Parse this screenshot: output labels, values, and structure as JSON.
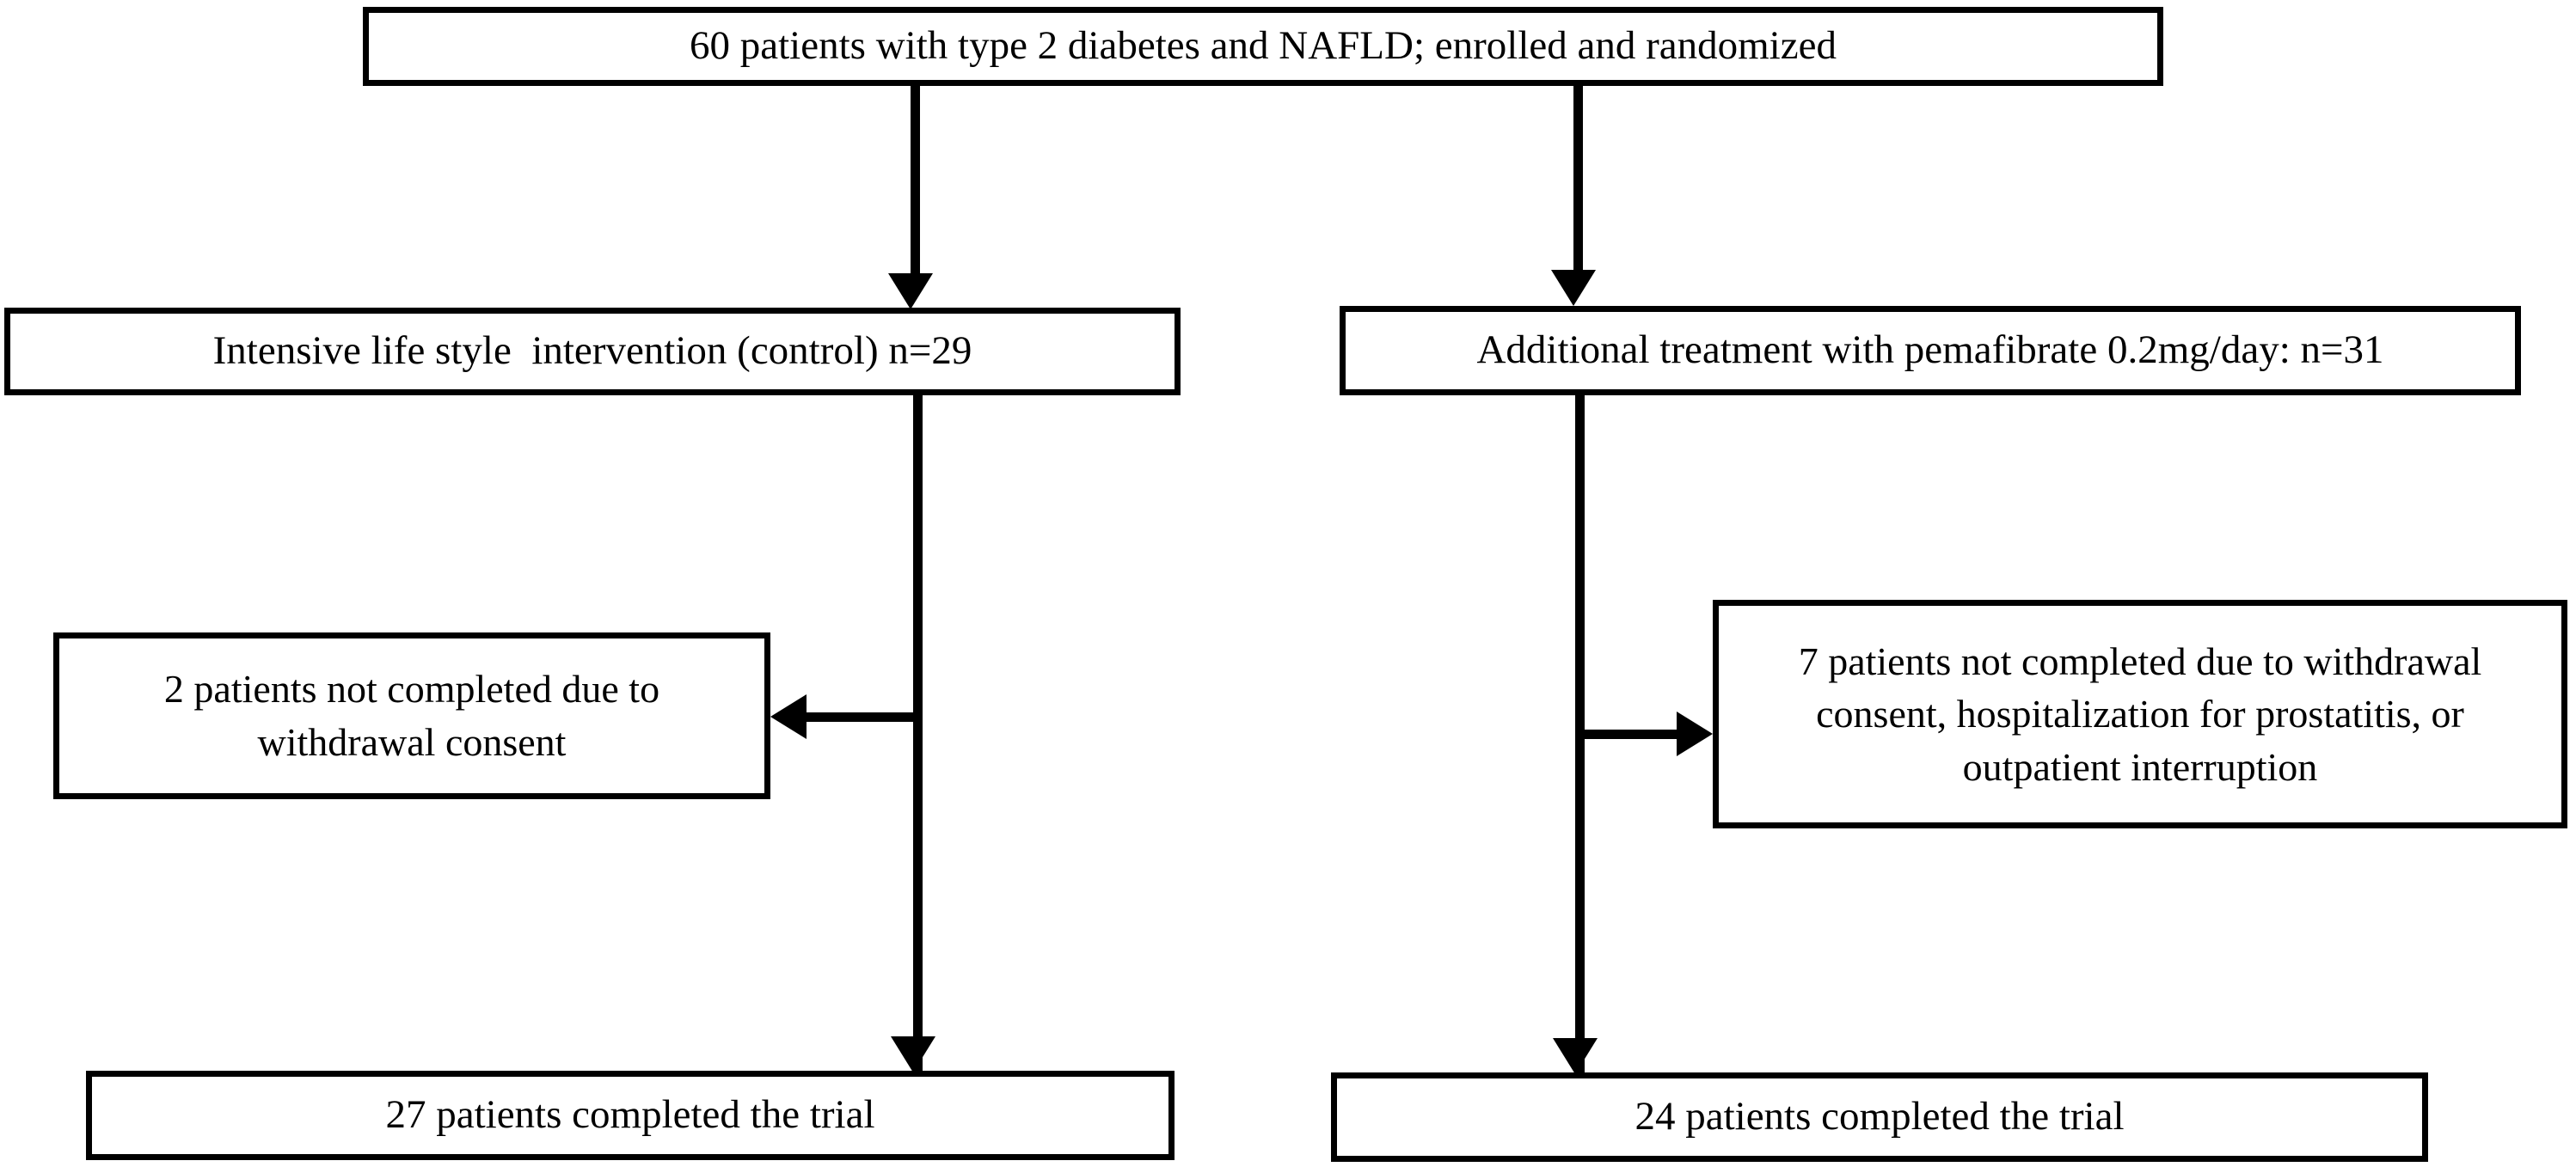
{
  "figure": {
    "type": "consort-flow-diagram",
    "title": "CONSORT participant flow diagram",
    "background_color": "#ffffff",
    "line_color": "#000000",
    "text_color": "#000000"
  },
  "nodes": {
    "enrollment": {
      "label": "60 patients with type 2 diabetes and NAFLD; enrolled and randomized",
      "count": 60
    },
    "control_arm": {
      "label": "Intensive life style  intervention (control) n=29",
      "count": 29
    },
    "treatment_arm": {
      "label": "Additional treatment with pemafibrate 0.2mg/day: n=31",
      "count": 31
    },
    "control_exclusion": {
      "label": "2 patients not completed due to withdrawal consent",
      "count": 2
    },
    "treatment_exclusion": {
      "label": "7 patients not completed due to withdrawal consent, hospitalization for prostatitis, or outpatient interruption",
      "count": 7
    },
    "control_completed": {
      "label": "27 patients completed the trial",
      "count": 27
    },
    "treatment_completed": {
      "label": "24 patients completed the trial",
      "count": 24
    }
  },
  "connectors": [
    {
      "name": "enrollment-to-control",
      "from": "enrollment",
      "to": "control_arm",
      "direction": "down"
    },
    {
      "name": "enrollment-to-treatment",
      "from": "enrollment",
      "to": "treatment_arm",
      "direction": "down"
    },
    {
      "name": "control-to-completed",
      "from": "control_arm",
      "to": "control_completed",
      "direction": "down"
    },
    {
      "name": "control-to-exclusion",
      "from": "control_arm",
      "to": "control_exclusion",
      "direction": "left"
    },
    {
      "name": "treatment-to-completed",
      "from": "treatment_arm",
      "to": "treatment_completed",
      "direction": "down"
    },
    {
      "name": "treatment-to-exclusion",
      "from": "treatment_arm",
      "to": "treatment_exclusion",
      "direction": "right"
    }
  ]
}
